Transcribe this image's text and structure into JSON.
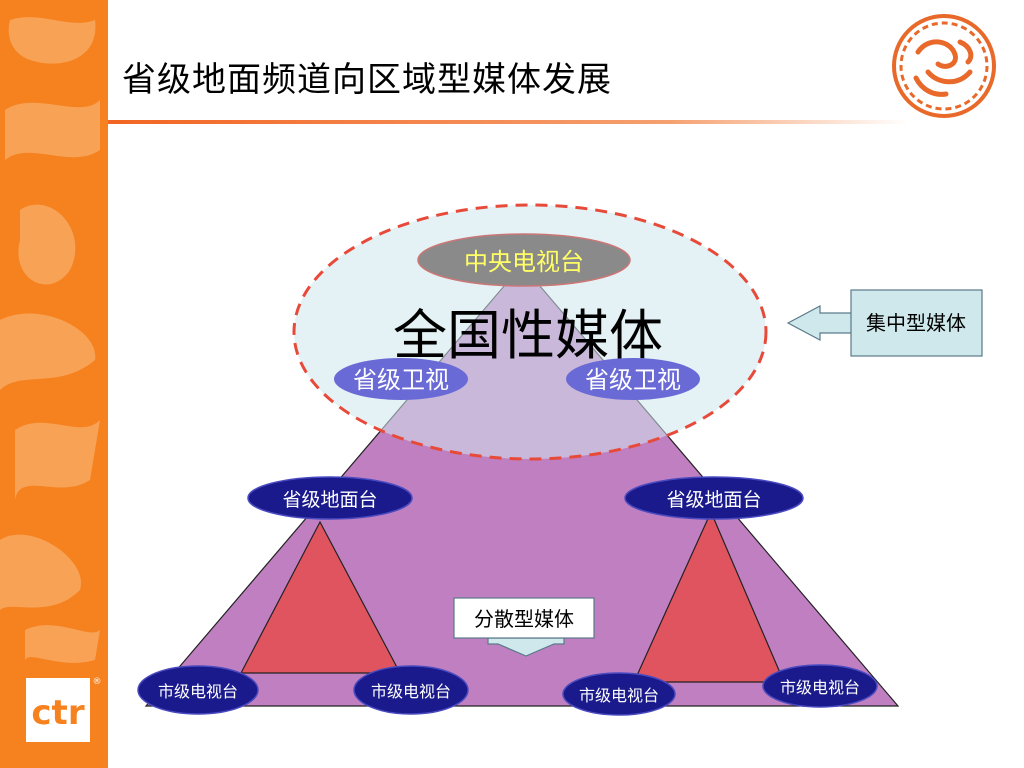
{
  "slide": {
    "title": "省级地面频道向区域型媒体发展"
  },
  "brand": {
    "name": "ctr",
    "accent": "#f5821f",
    "rule_color": "#f26522"
  },
  "diagram": {
    "national_zone": {
      "label": "全国性媒体"
    },
    "apex": {
      "label": "中央电视台"
    },
    "provincial_satellite": [
      {
        "label": "省级卫视"
      },
      {
        "label": "省级卫视"
      }
    ],
    "provincial_terrestrial": [
      {
        "label": "省级地面台"
      },
      {
        "label": "省级地面台"
      }
    ],
    "city_stations": [
      {
        "label": "市级电视台"
      },
      {
        "label": "市级电视台"
      },
      {
        "label": "市级电视台"
      },
      {
        "label": "市级电视台"
      }
    ],
    "callout_concentrated": {
      "label": "集中型媒体"
    },
    "callout_dispersed": {
      "label": "分散型媒体"
    },
    "colors": {
      "pyramid": "#c07fc0",
      "sub_triangle": "#e0545f",
      "national_fill": "#cfe8ec",
      "national_border": "#e84a3a",
      "apex_fill": "#8a8a8a",
      "apex_text": "#ffff66",
      "satellite_fill": "#6a6ad6",
      "node_fill": "#1a1a8c",
      "arrow_fill": "#cfe8ec"
    }
  }
}
